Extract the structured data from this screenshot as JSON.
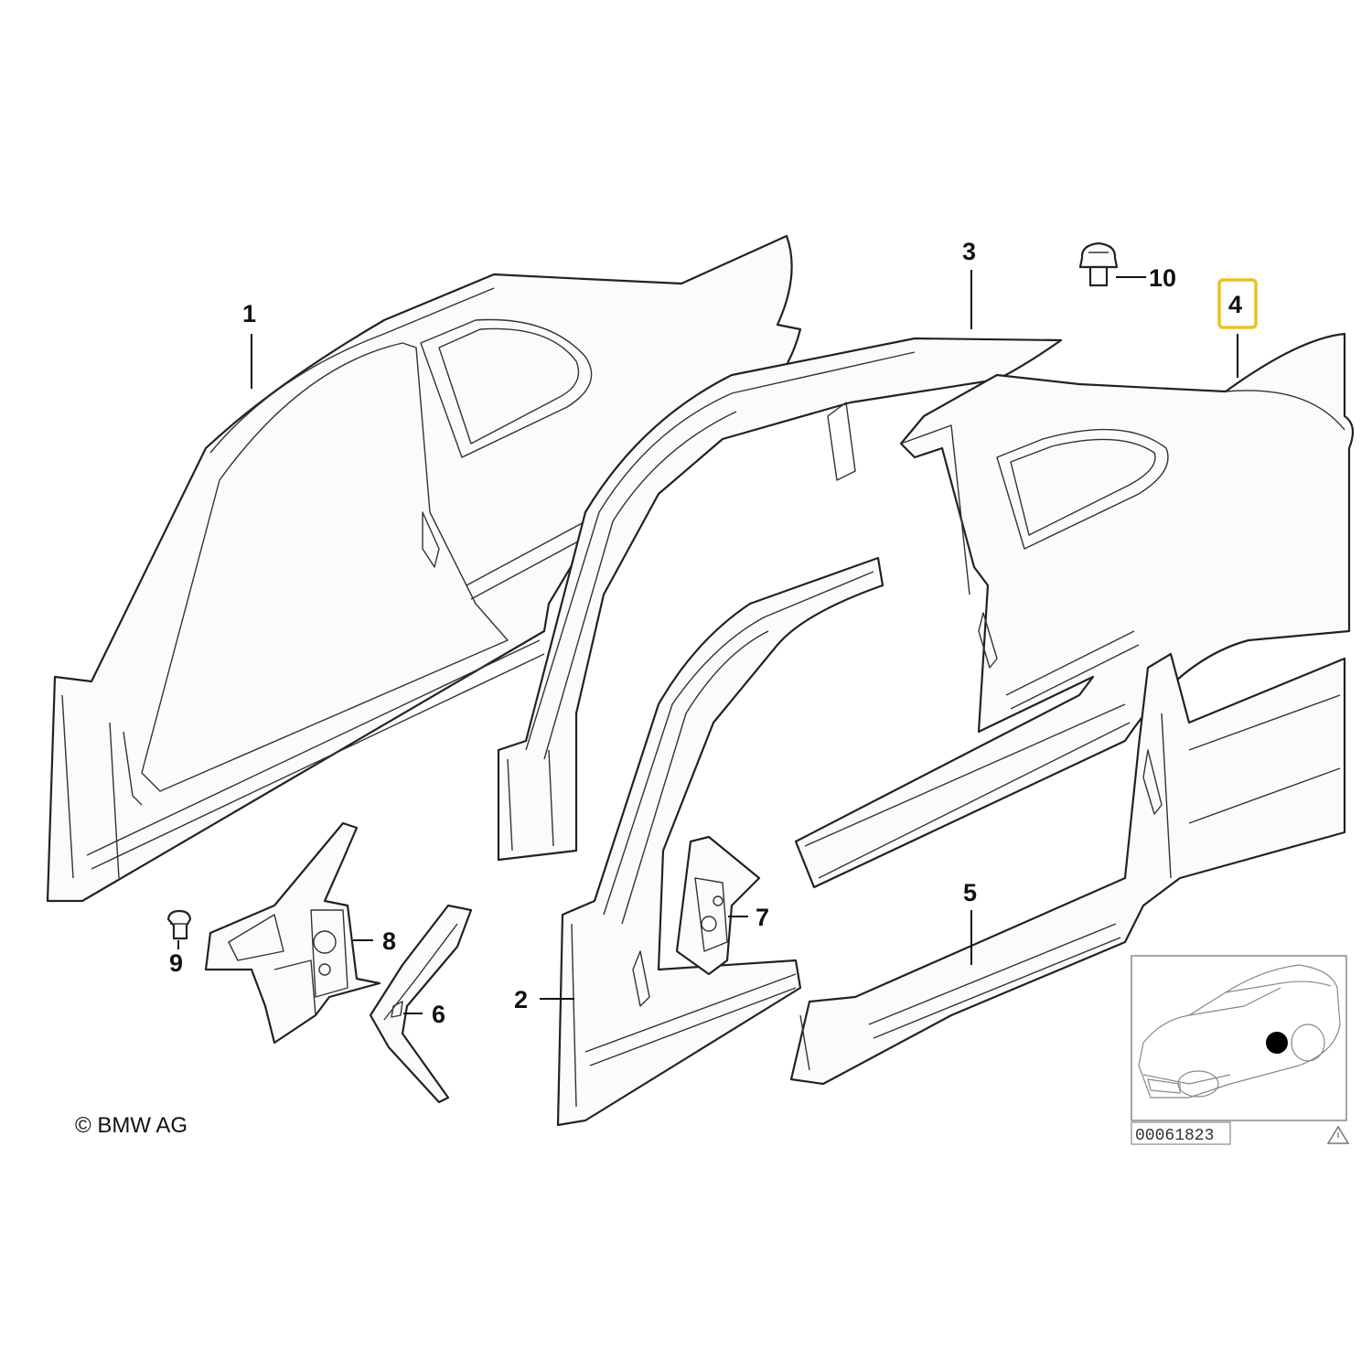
{
  "callouts": {
    "c1": "1",
    "c2": "2",
    "c3": "3",
    "c4": "4",
    "c5": "5",
    "c6": "6",
    "c7": "7",
    "c8": "8",
    "c9": "9",
    "c10": "10"
  },
  "highlight_color": "#e8c22a",
  "copyright": "© BMW AG",
  "reference_code": "00061823",
  "icons": {
    "warning": "warning-triangle-icon",
    "locator": "vehicle-locator-thumbnail"
  }
}
